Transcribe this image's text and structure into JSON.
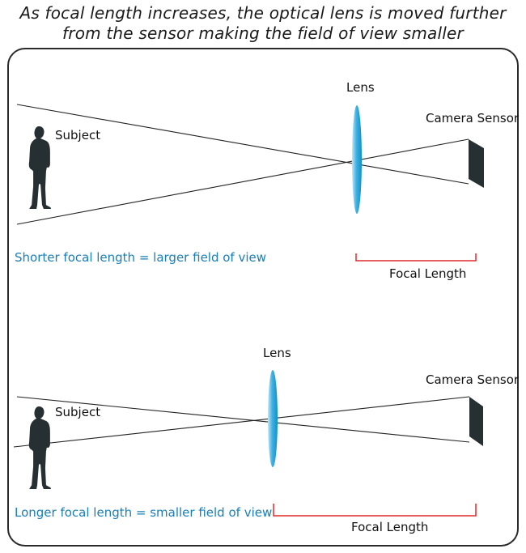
{
  "title": {
    "line1": "As focal length increases, the optical lens is moved further",
    "line2": "from the sensor making the field of view smaller"
  },
  "colors": {
    "lens": "#29a3db",
    "silhouette": "#263033",
    "focal_bracket": "#e02a2a",
    "caption": "#1a7fb8",
    "rays": "#222222"
  },
  "panels": [
    {
      "lens_label": "Lens",
      "subject_label": "Subject",
      "sensor_label": "Camera Sensor",
      "focal_label": "Focal Length",
      "caption": "Shorter focal length = larger field of view"
    },
    {
      "lens_label": "Lens",
      "subject_label": "Subject",
      "sensor_label": "Camera Sensor",
      "focal_label": "Focal Length",
      "caption": "Longer focal length = smaller field of view"
    }
  ]
}
